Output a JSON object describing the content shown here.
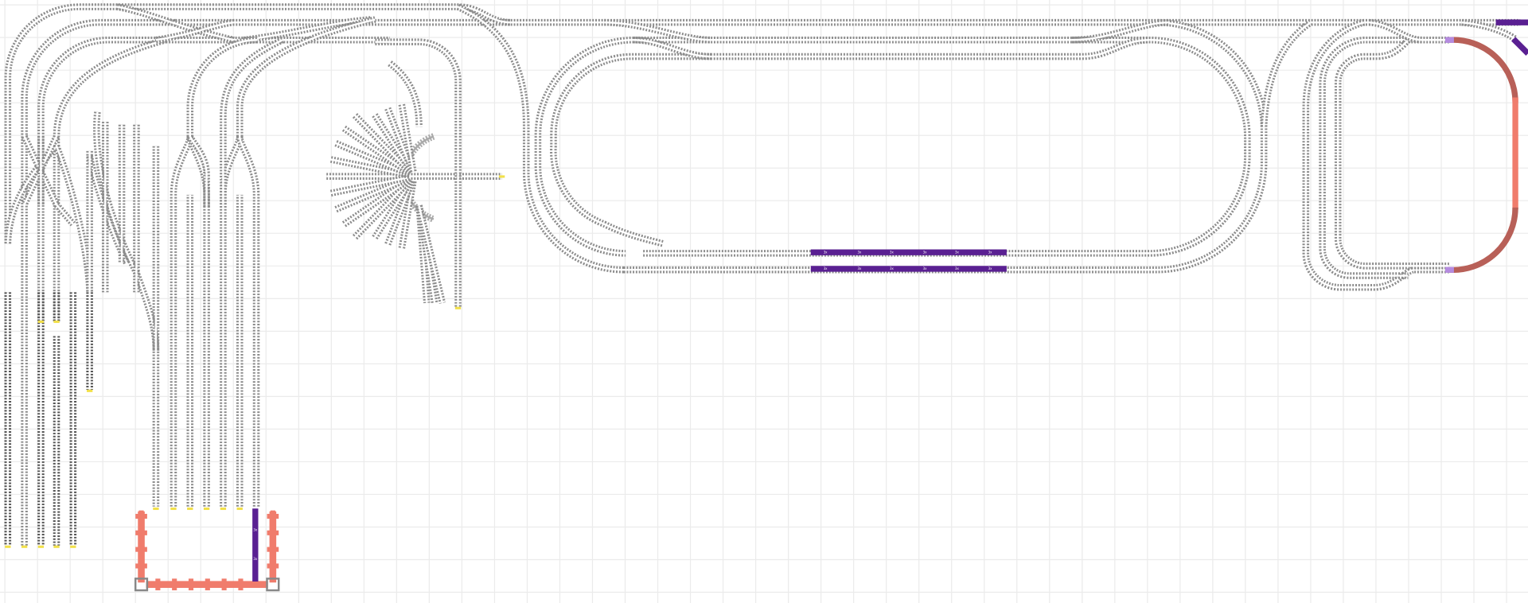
{
  "canvas": {
    "title": "Track layout plan"
  },
  "colors": {
    "track": "#8c8c8c",
    "special_track": "#5a2092",
    "flex_track": "#f07c6c",
    "curve_track": "#b86058",
    "track_end": "#f2e04a",
    "grid": "#ebebeb"
  },
  "labels": {
    "purple_segment": "3x",
    "bottom_vertical": "3x"
  }
}
